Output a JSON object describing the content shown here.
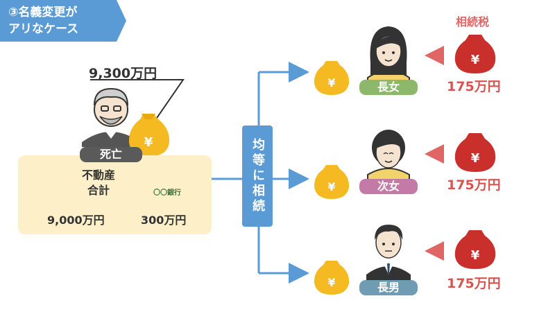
{
  "banner": {
    "line1": "③名義変更が",
    "line2": "アリなケース"
  },
  "deceased": {
    "total": "9,300万円",
    "label": "死亡"
  },
  "assets": {
    "realestate_l1": "不動産",
    "realestate_l2": "合計",
    "realestate_amount": "9,000万円",
    "bank_card_text": "〇〇銀行",
    "bank_amount": "300万円"
  },
  "process": {
    "label": "均等に相続"
  },
  "heirs": [
    {
      "label": "長女",
      "color": "#8db86b",
      "tax": "175万円"
    },
    {
      "label": "次女",
      "color": "#c47aa6",
      "tax": "175万円"
    },
    {
      "label": "長男",
      "color": "#6f9cb3",
      "tax": "175万円"
    }
  ],
  "tax_title": "相続税",
  "colors": {
    "banner": "#5b9bd5",
    "arrow": "#5b9bd5",
    "money_gold": "#f5b921",
    "money_red": "#c9302c",
    "tax_text": "#d9534f",
    "triangle": "#e06666"
  },
  "icons": [
    "yen-money-bag-icon",
    "forest-land-icon",
    "bank-card-icon",
    "grandfather-icon",
    "woman-long-hair-icon",
    "woman-short-hair-icon",
    "man-suit-icon"
  ]
}
